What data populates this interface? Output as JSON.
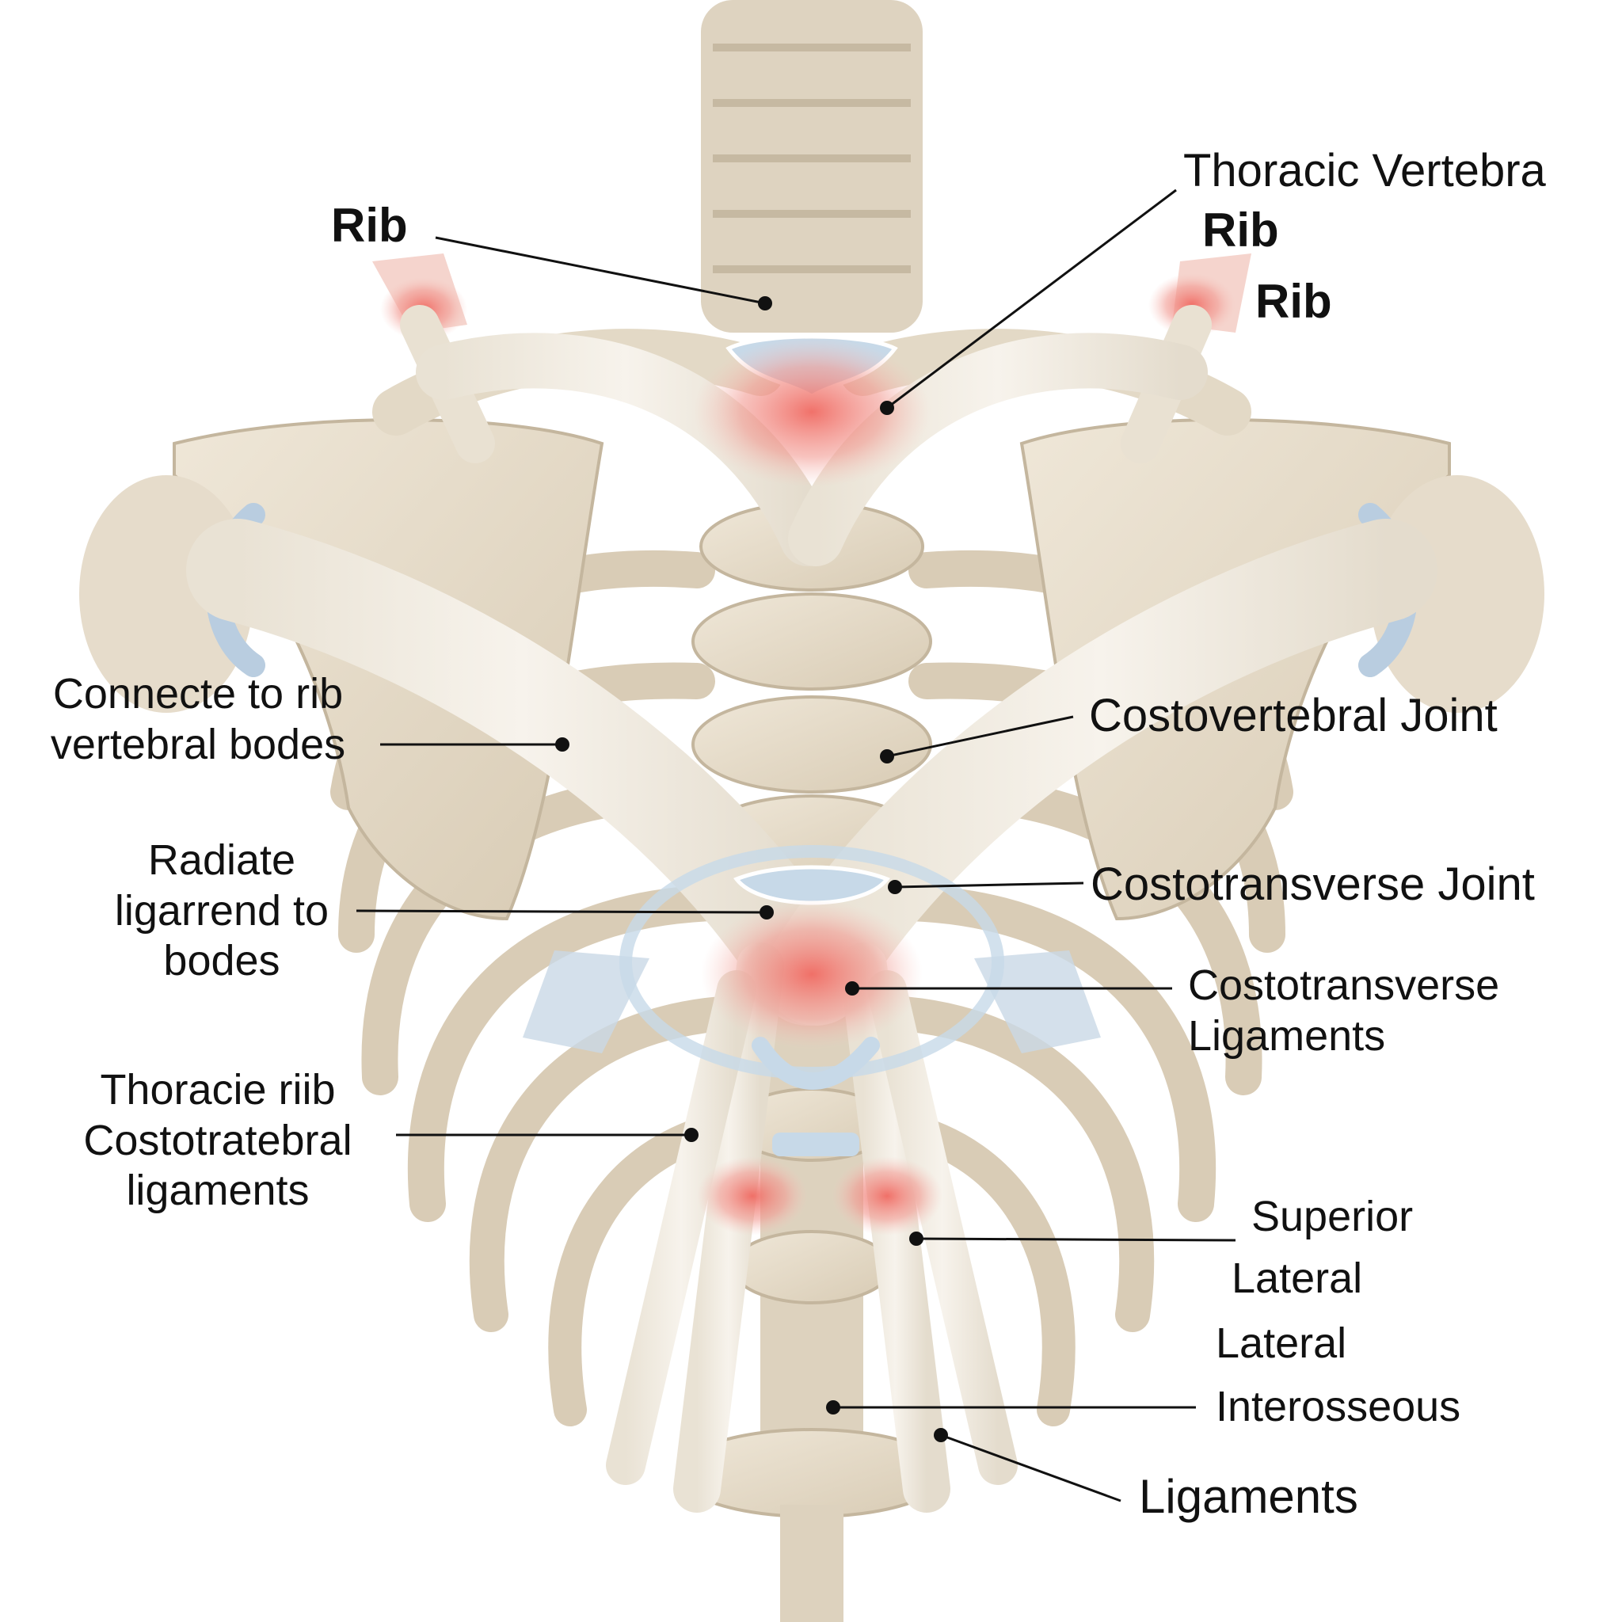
{
  "labels": {
    "rib_left": "Rib",
    "thoracic_vertebra": "Thoracic Vertebra",
    "rib_right_1": "Rib",
    "rib_right_2": "Rib",
    "connecte_to_rib": "Connecte to rib\nvertebral bodes",
    "costovertebral_joint": "Costovertebral Joint",
    "radiate_ligament": "Radiate\nligarrend to\nbodes",
    "costotransverse_joint": "Costotransverse Joint",
    "costotransverse_ligaments": "Costotransverse\nLigaments",
    "thoracie_rib": "Thoracie riib\nCostotratebral\nligaments",
    "superior": "Superior",
    "lateral_1": "Lateral",
    "lateral_2": "Lateral",
    "interosseous": "Interosseous",
    "ligaments": "Ligaments"
  },
  "colors": {
    "bone": "#e6dccb",
    "bone_shade": "#c9bca6",
    "ligament": "#f1ece2",
    "cartilage": "#b9cde0",
    "highlight": "#f07a72",
    "text": "#111111"
  }
}
